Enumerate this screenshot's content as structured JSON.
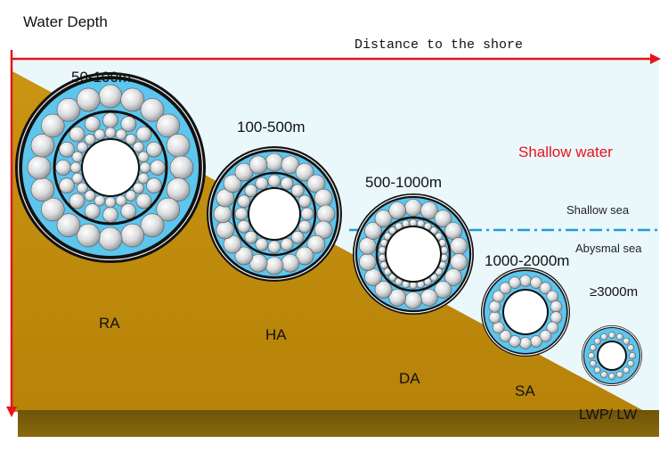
{
  "labels": {
    "y_axis": "Water Depth",
    "x_axis": "Distance to the shore",
    "shallow_water": "Shallow water",
    "shallow_sea": "Shallow sea",
    "abysmal_sea": "Abysmal sea"
  },
  "cables": [
    {
      "depth": "50-100m",
      "type": "RA"
    },
    {
      "depth": "100-500m",
      "type": "HA"
    },
    {
      "depth": "500-1000m",
      "type": "DA"
    },
    {
      "depth": "1000-2000m",
      "type": "SA"
    },
    {
      "depth": "≥3000m",
      "type": "LWP/ LW"
    }
  ],
  "colors": {
    "axis": "#e8141b",
    "seabed": "#c8930f",
    "seabed_dark": "#6f5409",
    "water": "#eaf8fb",
    "sea_boundary": "#1aa0d8",
    "cable_fill": "#5cc6ee",
    "armor_wire": "#d4d6d8",
    "shallow_water_text": "#e8141b"
  }
}
